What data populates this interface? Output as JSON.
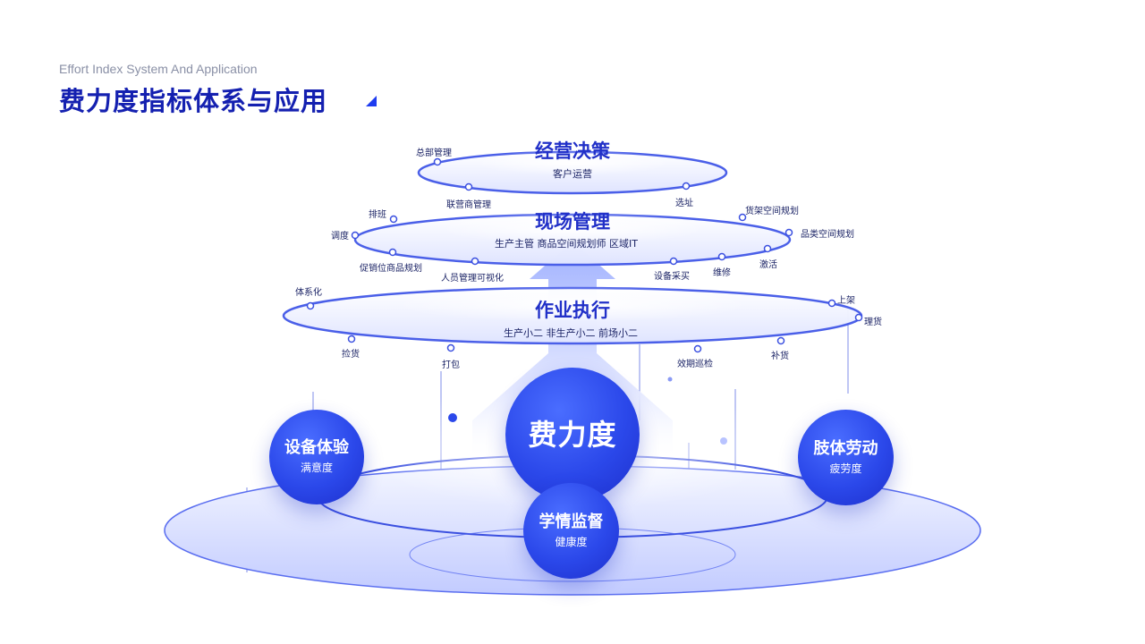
{
  "header": {
    "subtitle": "Effort Index System And Application",
    "title": "费力度指标体系与应用"
  },
  "layers": [
    {
      "title": "经营决策",
      "subtitle": "客户运营",
      "labels": [
        "总部管理",
        "联营商管理",
        "选址"
      ]
    },
    {
      "title": "现场管理",
      "subtitle": "生产主管   商品空间规划师   区域IT",
      "labels": [
        "排班",
        "调度",
        "促销位商品规划",
        "人员管理可视化",
        "货架空间规划",
        "品类空间规划",
        "激活",
        "维修",
        "设备采买"
      ]
    },
    {
      "title": "作业执行",
      "subtitle": "生产小二     非生产小二     前场小二",
      "labels": [
        "体系化",
        "捡货",
        "打包",
        "上架",
        "理货",
        "补货",
        "效期巡检"
      ]
    }
  ],
  "center": {
    "title": "费力度"
  },
  "dimensions": [
    {
      "title": "设备体验",
      "subtitle": "满意度"
    },
    {
      "title": "学情监督",
      "subtitle": "健康度"
    },
    {
      "title": "肢体劳动",
      "subtitle": "疲劳度"
    }
  ]
}
